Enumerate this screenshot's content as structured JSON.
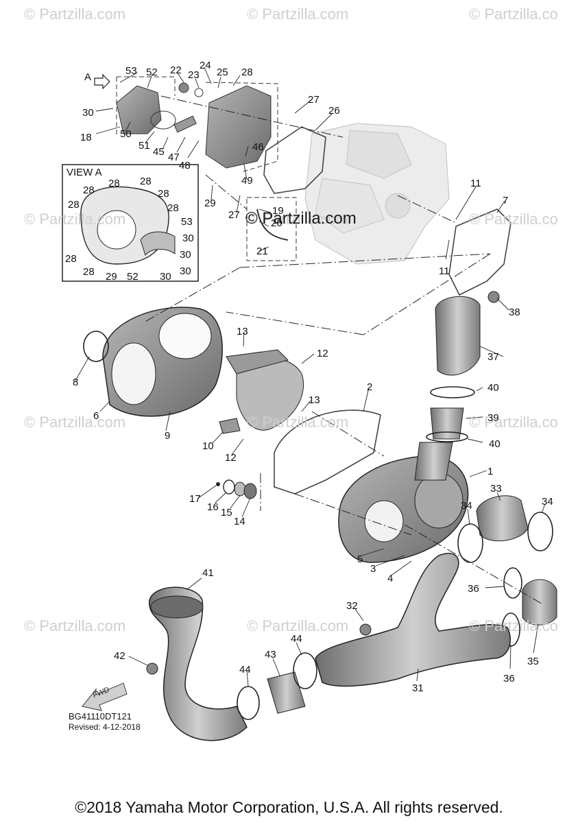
{
  "watermarks": [
    "© Partzilla.com",
    "© Partzilla.com",
    "© Partzilla.co",
    "© Partzilla.com",
    "© Partzilla.com",
    "© Partzilla.co",
    "© Partzilla.com",
    "© Partzilla.com",
    "© Partzilla.co",
    "© Partzilla.com",
    "© Partzilla.com",
    "© Partzilla.co"
  ],
  "center_watermark": "© Partzilla.com",
  "view_label": "VIEW A",
  "arrow_label": "A",
  "fwd_label": "FWD",
  "drawing_code": "BG41110DT121",
  "revised": "Revised: 4-12-2018",
  "copyright": "©2018 Yamaha Motor Corporation, U.S.A. All rights reserved.",
  "callouts": [
    "53",
    "52",
    "22",
    "23",
    "24",
    "25",
    "28",
    "27",
    "26",
    "30",
    "18",
    "50",
    "51",
    "45",
    "47",
    "48",
    "46",
    "49",
    "29",
    "27",
    "19",
    "20",
    "21",
    "11",
    "7",
    "11",
    "28",
    "28",
    "28",
    "28",
    "28",
    "28",
    "53",
    "30",
    "30",
    "28",
    "28",
    "29",
    "52",
    "30",
    "30",
    "38",
    "37",
    "13",
    "12",
    "8",
    "6",
    "9",
    "13",
    "10",
    "12",
    "2",
    "40",
    "39",
    "40",
    "1",
    "17",
    "16",
    "15",
    "14",
    "33",
    "34",
    "34",
    "5",
    "3",
    "4",
    "41",
    "36",
    "32",
    "44",
    "43",
    "44",
    "42",
    "31",
    "36",
    "35"
  ]
}
